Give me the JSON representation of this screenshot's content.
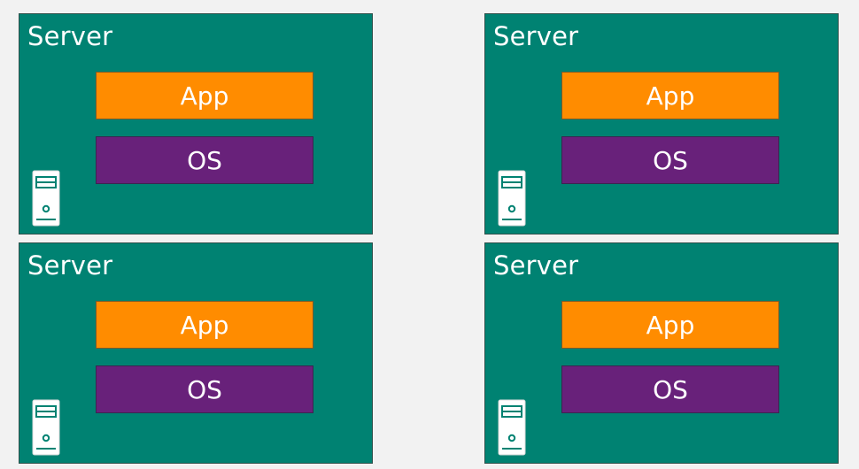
{
  "diagram": {
    "colors": {
      "background": "#f2f2f2",
      "server_box": "#008272",
      "app_layer": "#ff8c00",
      "os_layer": "#68217a",
      "text": "#ffffff"
    },
    "servers": [
      {
        "title": "Server",
        "app_label": "App",
        "os_label": "OS",
        "icon": "server-tower-icon"
      },
      {
        "title": "Server",
        "app_label": "App",
        "os_label": "OS",
        "icon": "server-tower-icon"
      },
      {
        "title": "Server",
        "app_label": "App",
        "os_label": "OS",
        "icon": "server-tower-icon"
      },
      {
        "title": "Server",
        "app_label": "App",
        "os_label": "OS",
        "icon": "server-tower-icon"
      }
    ]
  }
}
